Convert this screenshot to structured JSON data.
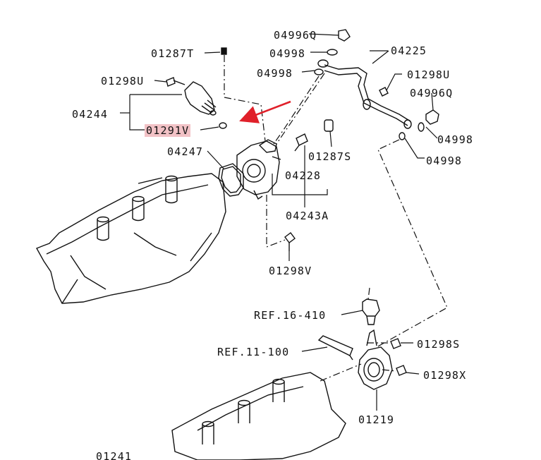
{
  "diagram": {
    "highlight_color": "#f2c2c6",
    "arrow_color": "#e0202a",
    "highlighted_part": "01291V",
    "labels": {
      "p04996q_top": "04996Q",
      "p01287t": "01287T",
      "p04998_a": "04998",
      "p04998_b": "04998",
      "p04225": "04225",
      "p01298u_left": "01298U",
      "p01298u_right": "01298U",
      "p04996q_right": "04996Q",
      "p04244": "04244",
      "p01291v": "01291V",
      "p04998_c": "04998",
      "p04998_d": "04998",
      "p04247": "04247",
      "p01287s": "01287S",
      "p04228": "04228",
      "p04243a": "04243A",
      "p01298v": "01298V",
      "ref16": "REF.16-410",
      "ref11": "REF.11-100",
      "p01298s": "01298S",
      "p01298x": "01298X",
      "p01219": "01219",
      "p01241": "01241"
    }
  }
}
